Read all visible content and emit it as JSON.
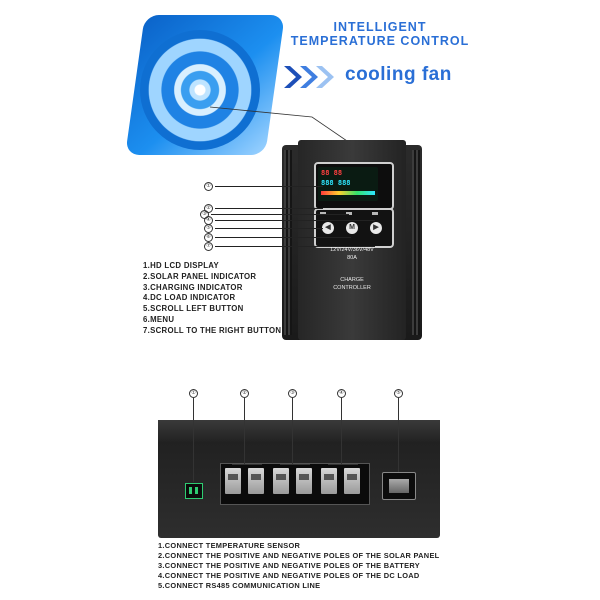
{
  "header": {
    "title_line1": "INTELLIGENT",
    "title_line2": "TEMPERATURE CONTROL",
    "fan_label": "cooling fan",
    "accent_color": "#2a6fd6"
  },
  "device": {
    "rating": "12V/24V/36V/48V",
    "current": "80A",
    "plate_line1": "CHARGE",
    "plate_line2": "CONTROLLER",
    "lcd_top": "88 88",
    "lcd_bottom": "888 888",
    "buttons": [
      "◀",
      "M",
      "▶"
    ],
    "callout_numbers": [
      "①",
      "②",
      "③",
      "④",
      "⑤",
      "⑥",
      "⑦"
    ]
  },
  "front_legend": [
    "1.HD LCD DISPLAY",
    "2.SOLAR PANEL INDICATOR",
    "3.CHARGING INDICATOR",
    "4.DC LOAD INDICATOR",
    "5.SCROLL LEFT BUTTON",
    "6.MENU",
    "7.SCROLL TO THE RIGHT BUTTON"
  ],
  "bottom": {
    "callout_numbers": [
      "①",
      "②",
      "③",
      "④",
      "⑤"
    ],
    "legend": [
      "1.CONNECT TEMPERATURE SENSOR",
      "2.CONNECT THE POSITIVE AND NEGATIVE POLES OF THE SOLAR PANEL",
      "3.CONNECT THE POSITIVE AND NEGATIVE POLES OF THE BATTERY",
      "4.CONNECT THE POSITIVE AND NEGATIVE POLES OF THE DC LOAD",
      "5.CONNECT RS485 COMMUNICATION LINE"
    ]
  }
}
